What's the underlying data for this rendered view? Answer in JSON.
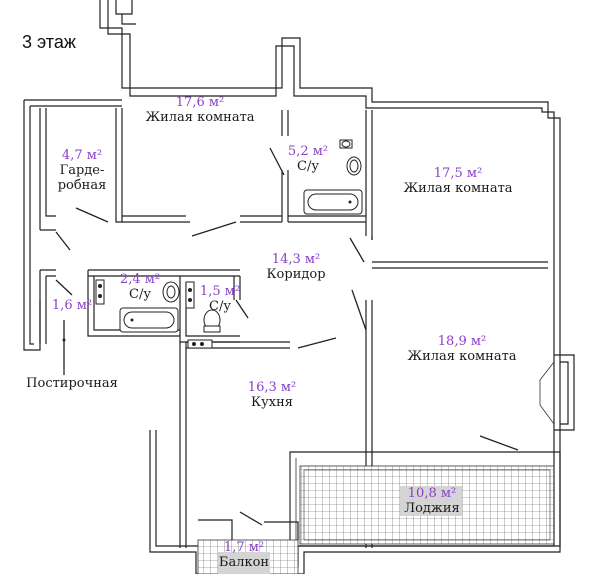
{
  "floor_label": "3 этаж",
  "rooms": [
    {
      "id": "living-1",
      "area": "17,6 м²",
      "name": "Жилая комната"
    },
    {
      "id": "dressing",
      "area": "4,7 м²",
      "name_line1": "Гарде-",
      "name_line2": "робная"
    },
    {
      "id": "wc-1",
      "area": "5,2 м²",
      "name": "С/у"
    },
    {
      "id": "living-2",
      "area": "17,5 м²",
      "name": "Жилая комната"
    },
    {
      "id": "corridor",
      "area": "14,3 м²",
      "name": "Коридор"
    },
    {
      "id": "wc-2",
      "area": "2,4 м²",
      "name": "С/у"
    },
    {
      "id": "wc-3",
      "area": "1,5 м²",
      "name": "С/у"
    },
    {
      "id": "laundry",
      "area": "1,6 м²",
      "name": "Постирочная"
    },
    {
      "id": "living-3",
      "area": "18,9 м²",
      "name": "Жилая комната"
    },
    {
      "id": "kitchen",
      "area": "16,3 м²",
      "name": "Кухня"
    },
    {
      "id": "loggia",
      "area": "10,8 м²",
      "name": "Лоджия"
    },
    {
      "id": "balcony",
      "area": "1,7 м²",
      "name": "Балкон"
    }
  ]
}
